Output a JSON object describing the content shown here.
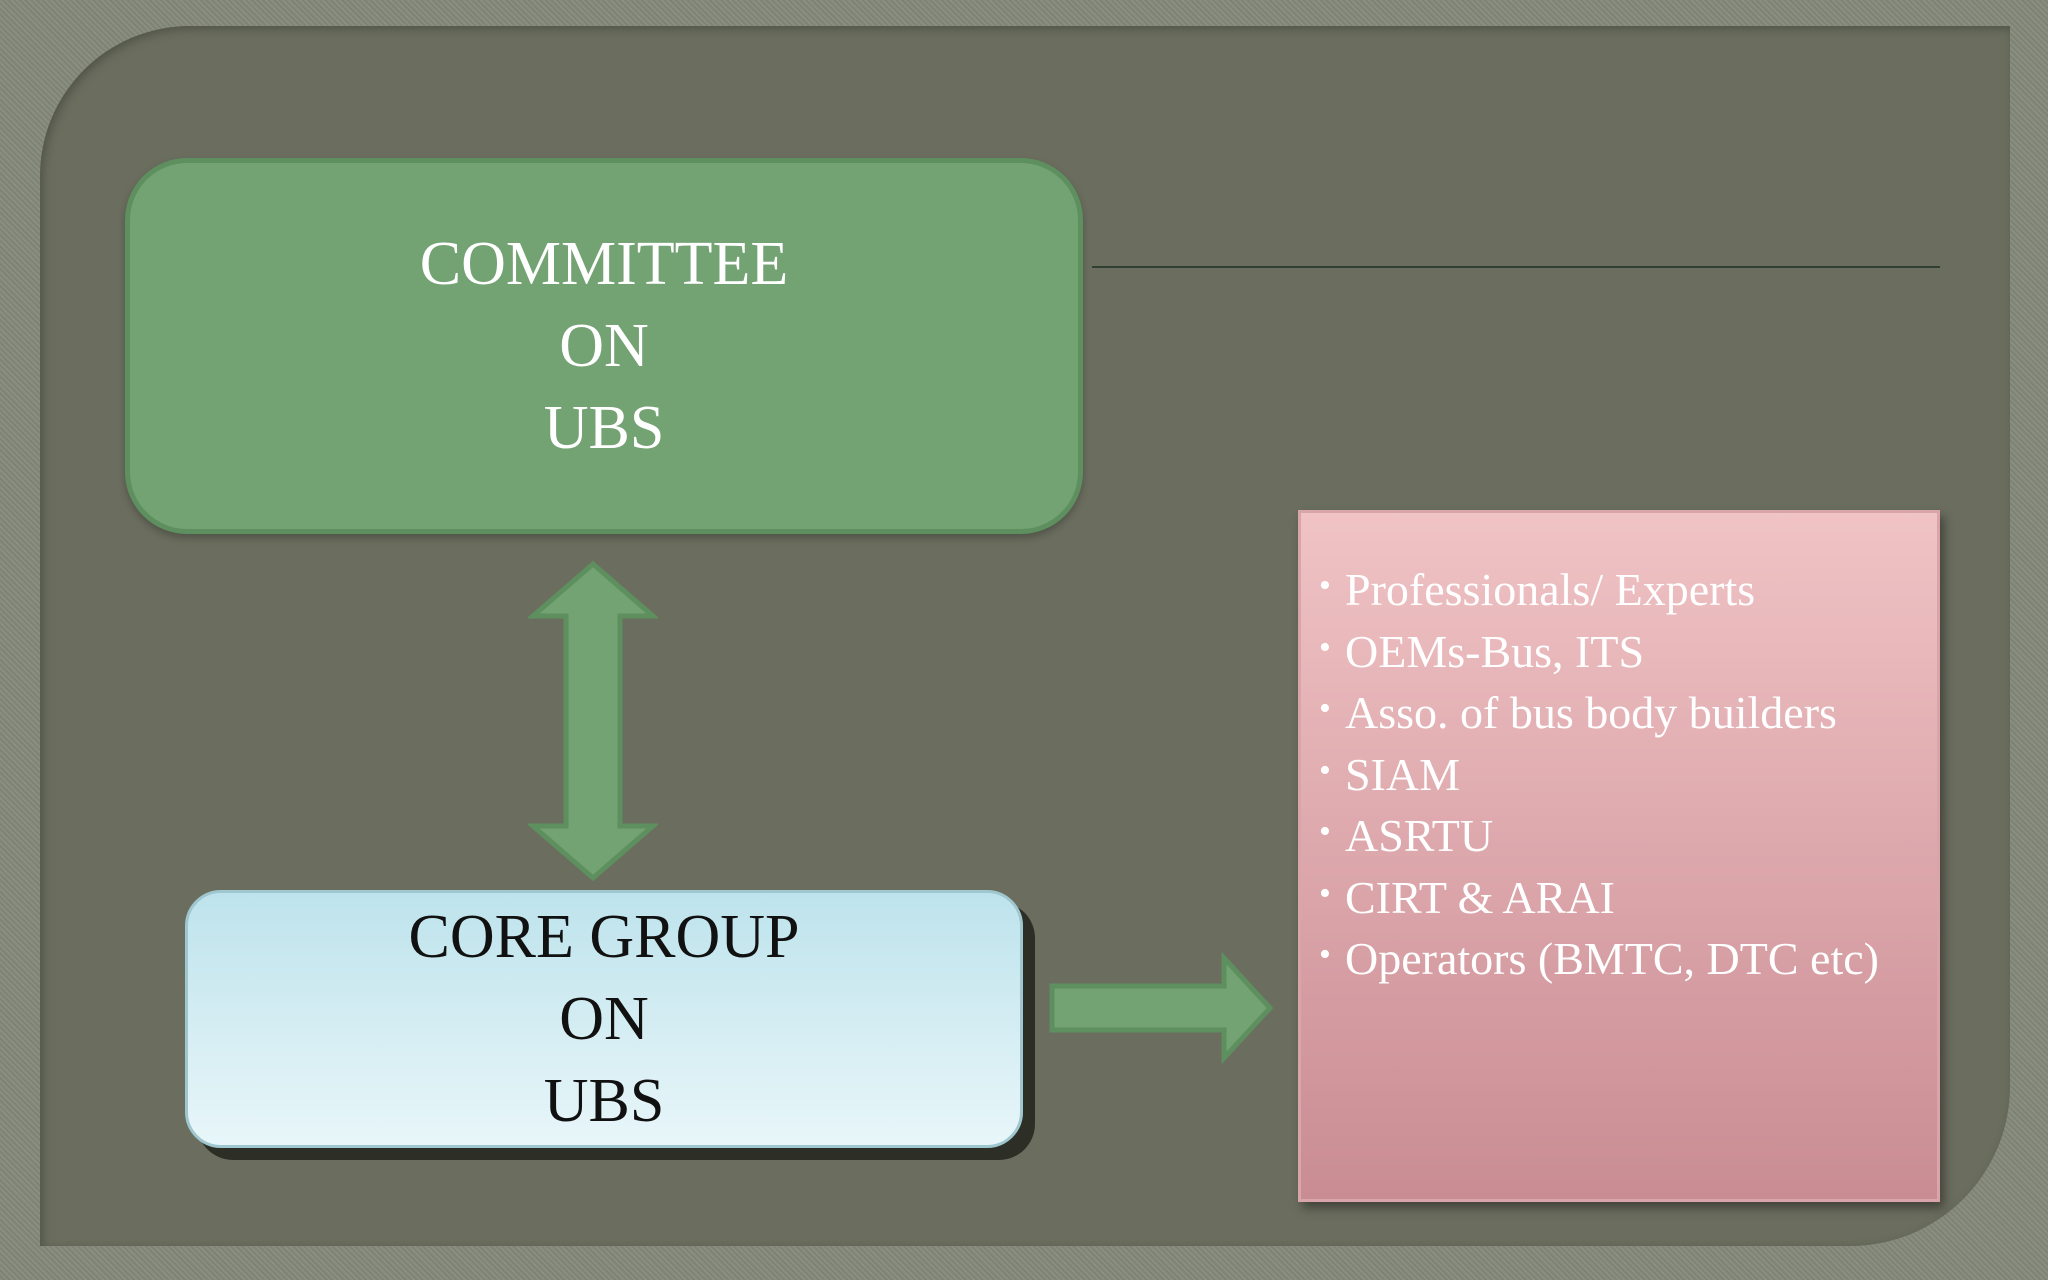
{
  "committee": {
    "lines": [
      "COMMITTEE",
      "ON",
      "UBS"
    ]
  },
  "core_group": {
    "lines": [
      "CORE GROUP",
      "ON",
      "UBS"
    ]
  },
  "members": {
    "items": [
      "Professionals/ Experts",
      "OEMs-Bus, ITS",
      "Asso. of  bus body builders",
      "SIAM",
      "ASRTU",
      "CIRT & ARAI",
      "Operators (BMTC, DTC etc)"
    ]
  },
  "colors": {
    "background": "#6b6e5f",
    "committee_fill": "#73a273",
    "arrow_fill": "#73a273",
    "core_fill": "#bee3ec",
    "members_fill": "#e2a9ae"
  }
}
